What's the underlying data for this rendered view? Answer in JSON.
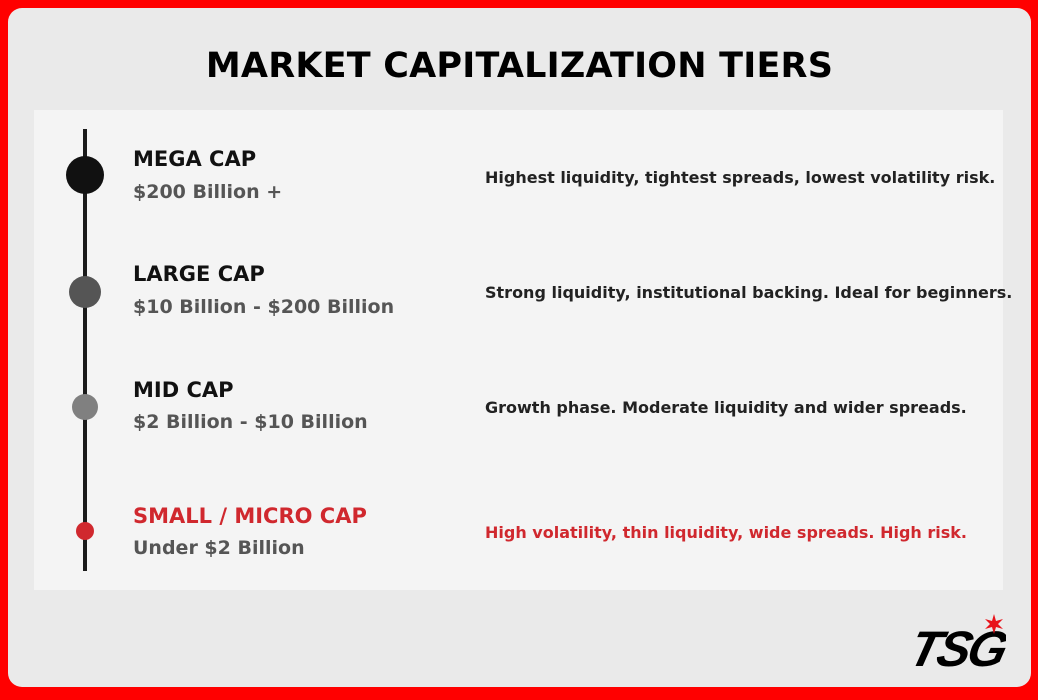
{
  "title": "MARKET CAPITALIZATION TIERS",
  "accent_color": "#d0282e",
  "tiers": [
    {
      "name": "MEGA CAP",
      "range": "$200 Billion +",
      "description": "Highest liquidity, tightest spreads, lowest volatility risk.",
      "dot_color": "#111111"
    },
    {
      "name": "LARGE CAP",
      "range": "$10 Billion - $200 Billion",
      "description": "Strong liquidity, institutional backing. Ideal for beginners.",
      "dot_color": "#555555"
    },
    {
      "name": "MID CAP",
      "range": "$2 Billion - $10 Billion",
      "description": "Growth phase. Moderate liquidity and wider spreads.",
      "dot_color": "#808080"
    },
    {
      "name": "SMALL / MICRO CAP",
      "range": "Under $2 Billion",
      "description": "High volatility, thin liquidity, wide spreads. High risk.",
      "dot_color": "#d0282e"
    }
  ],
  "logo": {
    "text": "TSG",
    "icon": "tsg-logo"
  }
}
